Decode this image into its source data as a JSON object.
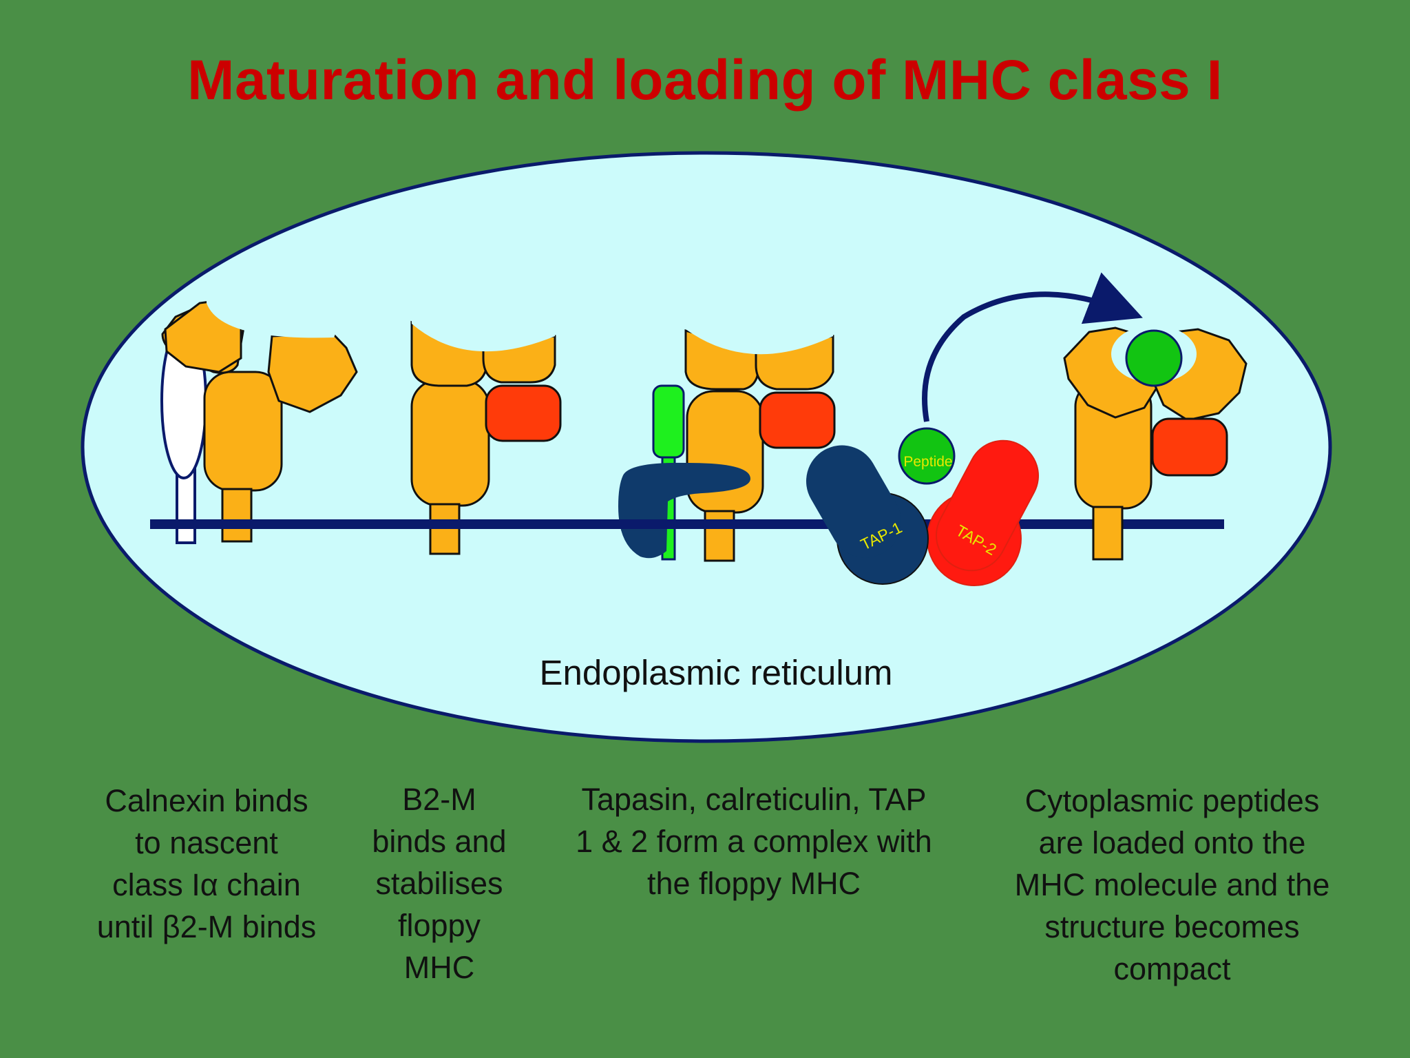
{
  "title": "Maturation and loading of MHC class I",
  "compartment_label": "Endoplasmic reticulum",
  "labels": {
    "peptide": "Peptide",
    "tap1": "TAP-1",
    "tap2": "TAP-2"
  },
  "captions": [
    {
      "text": "Calnexin binds\nto nascent\nclass Iα chain\nuntil β2-M binds"
    },
    {
      "text": "B2-M\nbinds and\nstabilises\nfloppy\nMHC"
    },
    {
      "text": "Tapasin, calreticulin, TAP\n1 & 2 form a complex with\nthe floppy MHC"
    },
    {
      "text": "Cytoplasmic peptides\nare loaded onto the\nMHC molecule and the\nstructure becomes\ncompact"
    }
  ],
  "colors": {
    "background": "#4a8f46",
    "title": "#cc0000",
    "er_fill": "#ccfbfb",
    "er_stroke": "#0a1a6b",
    "mhc_alpha": "#fbb017",
    "b2m": "#ff3b0a",
    "calnexin": "#ffffff",
    "calreticulin": "#1ef01e",
    "tapasin": "#0f3a6b",
    "tap1": "#0f3a6b",
    "tap2": "#ff1a10",
    "peptide": "#12c412",
    "membrane": "#0a1a6b"
  }
}
